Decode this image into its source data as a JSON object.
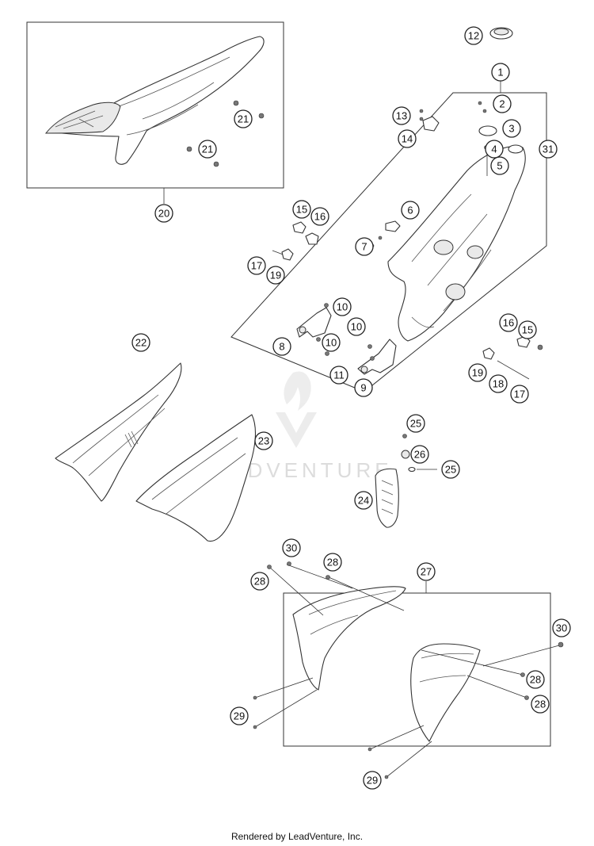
{
  "footer": {
    "credit": "Rendered by LeadVenture, Inc."
  },
  "watermark": {
    "text": "LEADVENTURE",
    "color": "#d9d9d9"
  },
  "callouts": [
    "1",
    "2",
    "3",
    "4",
    "5",
    "6",
    "7",
    "8",
    "9",
    "10",
    "11",
    "12",
    "13",
    "14",
    "15",
    "16",
    "17",
    "18",
    "19",
    "20",
    "21",
    "22",
    "23",
    "24",
    "25",
    "26",
    "27",
    "28",
    "29",
    "30",
    "31"
  ]
}
